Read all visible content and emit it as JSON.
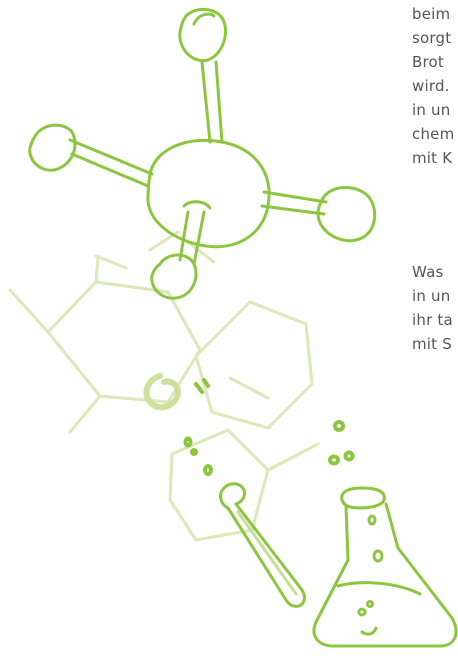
{
  "text_column": {
    "paragraph_1": [
      "beim",
      "sorgt",
      "Brot",
      "wird.",
      "in un",
      "chem",
      "mit K"
    ],
    "paragraph_2": [
      "Was",
      "in un",
      "ihr ta",
      "mit S"
    ]
  },
  "colors": {
    "line_green": "#8cc63f",
    "faint_green": "#dbe8b8",
    "text_grey": "#555555"
  },
  "icons": [
    "molecule-icon",
    "hexagon-structure-icon",
    "test-tube-icon",
    "erlenmeyer-flask-icon",
    "bubble-icon"
  ]
}
